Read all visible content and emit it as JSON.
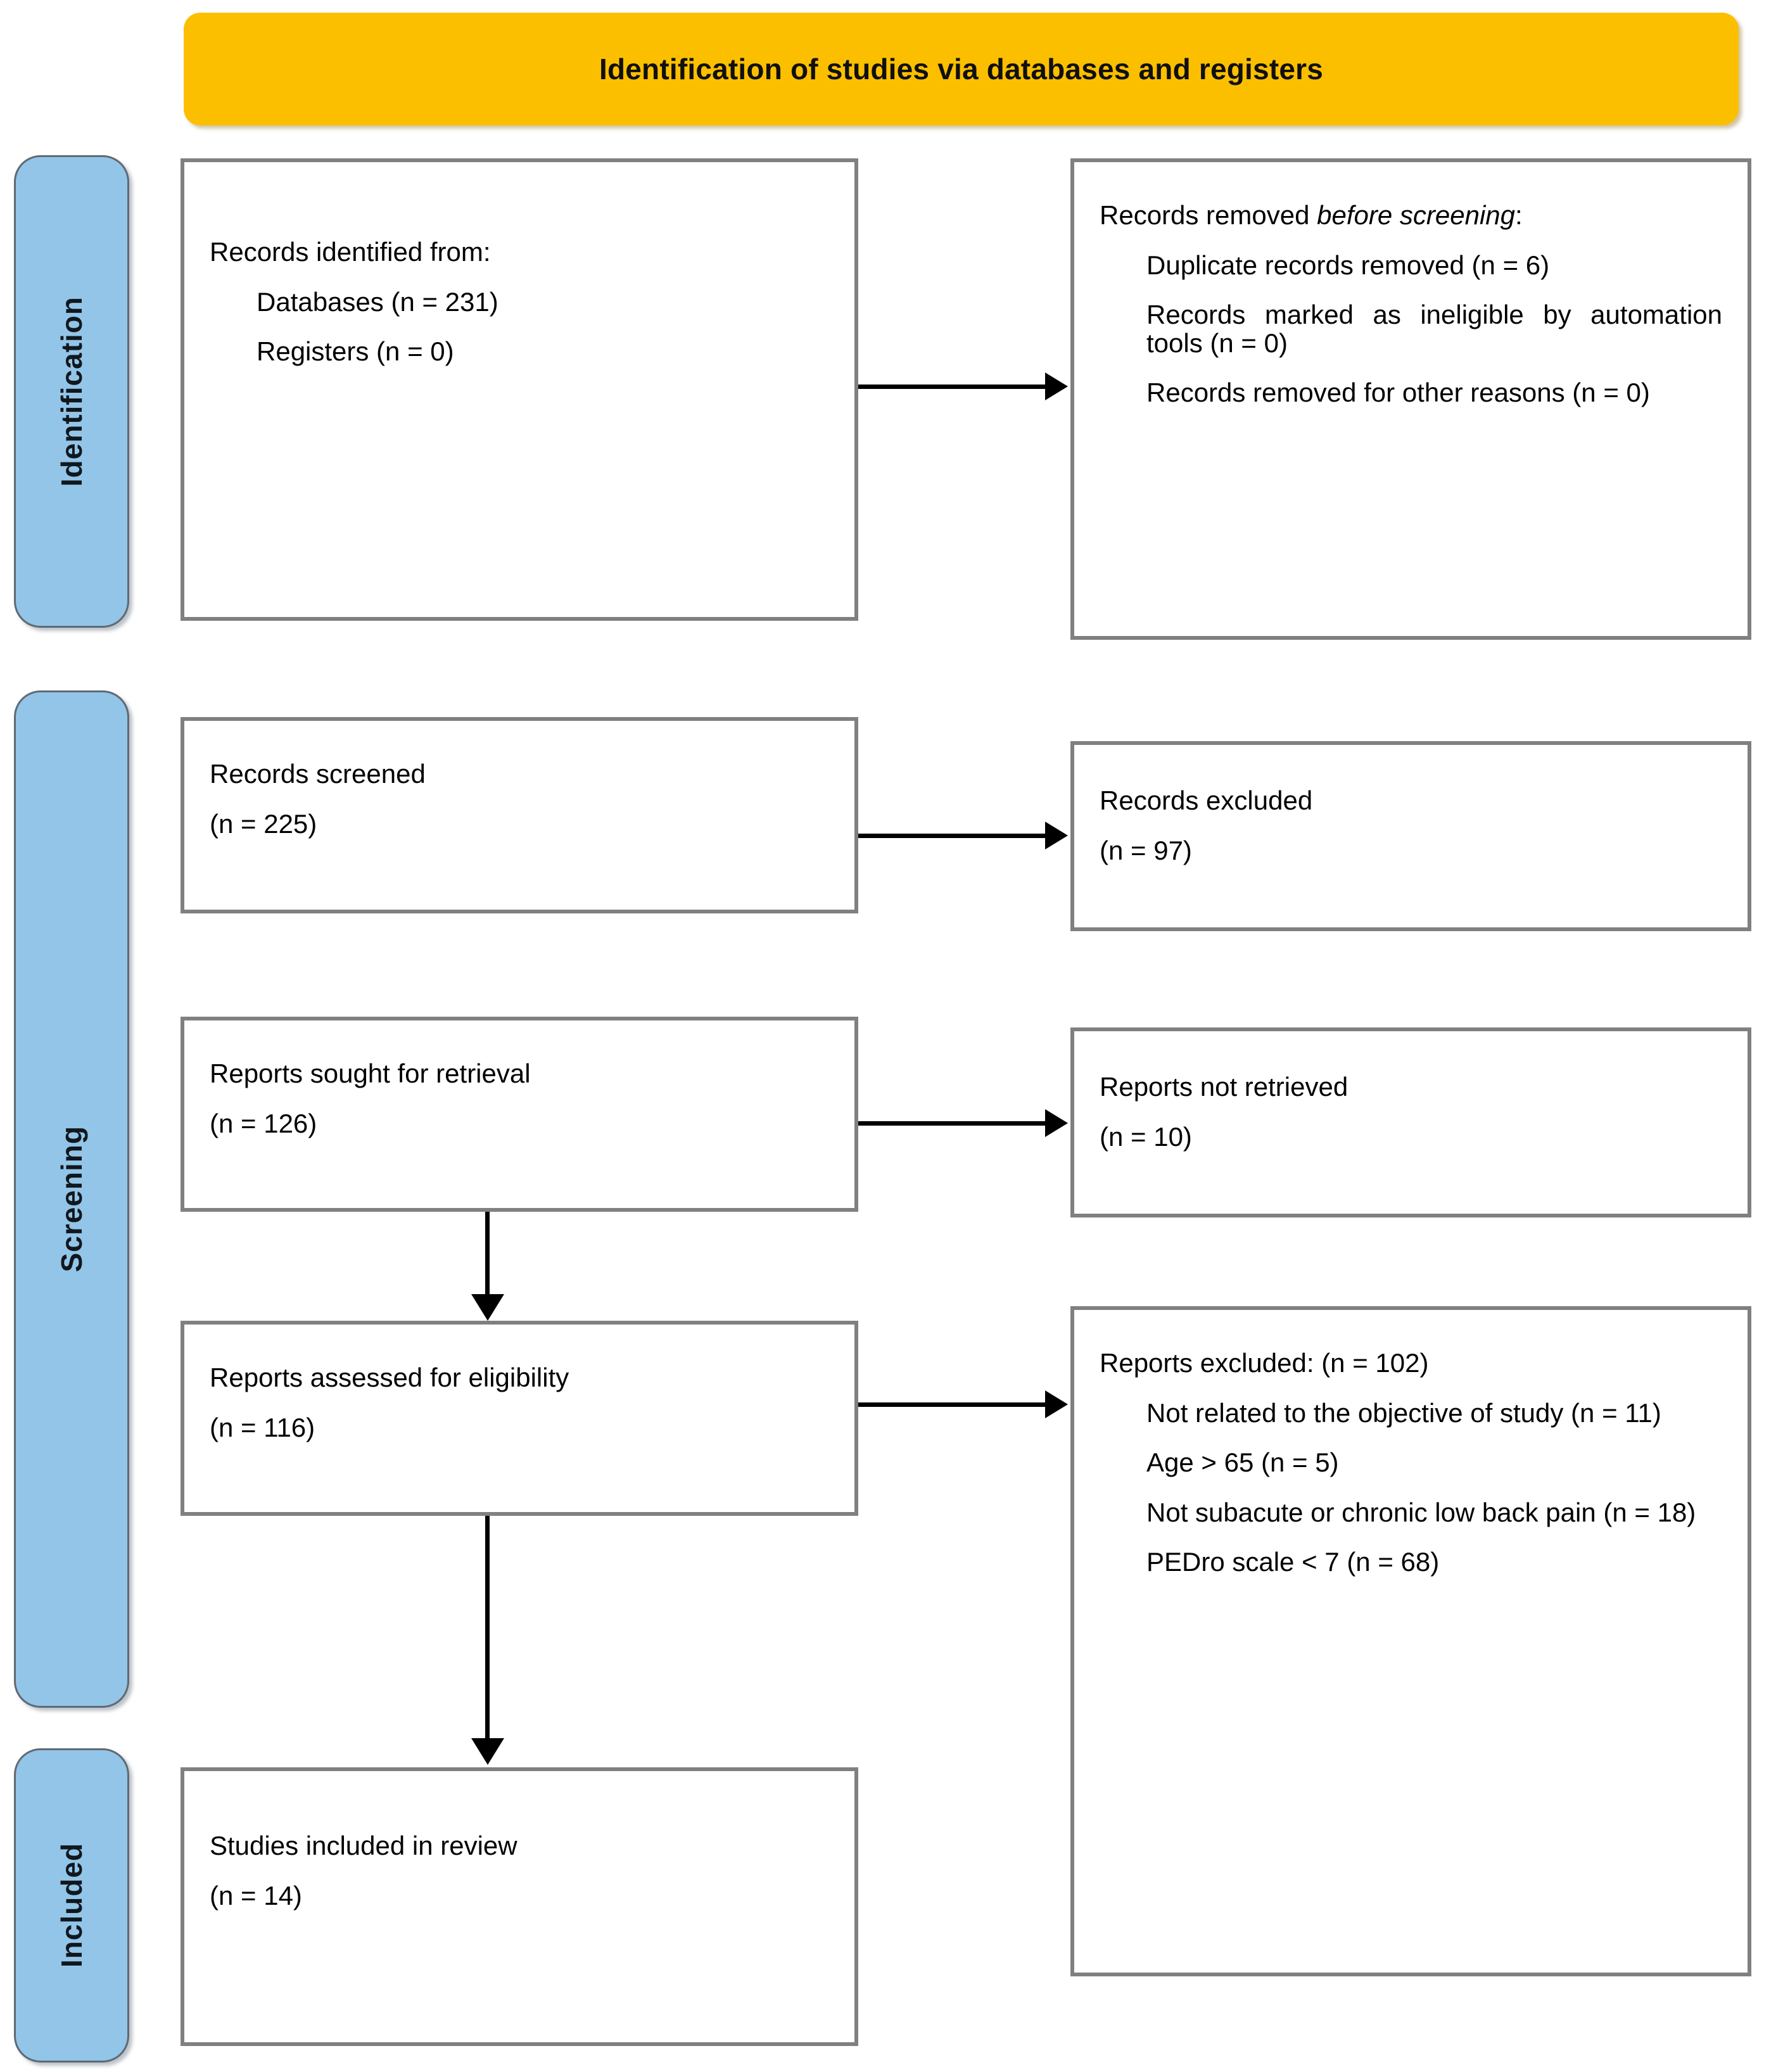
{
  "banner": {
    "title": "Identification of studies via databases and registers",
    "color": "#FCBF00"
  },
  "rails": {
    "color": "#92C5E8",
    "identification": "Identification",
    "screening": "Screening",
    "included": "Included"
  },
  "boxes": {
    "identified": {
      "line1": "Records identified from:",
      "line2": "Databases (n = 231)",
      "line3": "Registers (n = 0)"
    },
    "removed": {
      "head_plain": "Records removed ",
      "head_italic": "before screening",
      "head_colon": ":",
      "line1": "Duplicate records removed (n = 6)",
      "line2": "Records marked as ineligible by automation tools (n = 0)",
      "line3": "Records removed for other reasons (n = 0)"
    },
    "screened": {
      "line1": "Records screened",
      "line2": "(n = 225)"
    },
    "excluded": {
      "line1": "Records excluded",
      "line2": "(n = 97)"
    },
    "sought": {
      "line1": "Reports sought for retrieval",
      "line2": "(n = 126)"
    },
    "notretrieved": {
      "line1": "Reports not retrieved",
      "line2": "(n = 10)"
    },
    "assessed": {
      "line1": "Reports assessed for eligibility",
      "line2": "(n = 116)"
    },
    "reports_excluded": {
      "line1": "Reports excluded: (n = 102)",
      "reason1": "Not related to the objective of study (n = 11)",
      "reason2": "Age > 65 (n = 5)",
      "reason3": "Not subacute or chronic low back pain (n = 18)",
      "reason4": "PEDro scale < 7 (n = 68)"
    },
    "included": {
      "line1": "Studies included in review",
      "line2": "(n = 14)"
    }
  },
  "chart_data": {
    "type": "diagram",
    "title": "Identification of studies via databases and registers",
    "phases": [
      "Identification",
      "Screening",
      "Included"
    ],
    "nodes": [
      {
        "id": "identified",
        "phase": "Identification",
        "label": "Records identified from",
        "databases": 231,
        "registers": 0
      },
      {
        "id": "removed",
        "phase": "Identification",
        "label": "Records removed before screening",
        "duplicates": 6,
        "ineligible_automation": 0,
        "other_reasons": 0
      },
      {
        "id": "screened",
        "phase": "Screening",
        "label": "Records screened",
        "n": 225
      },
      {
        "id": "records_excluded",
        "phase": "Screening",
        "label": "Records excluded",
        "n": 97
      },
      {
        "id": "sought",
        "phase": "Screening",
        "label": "Reports sought for retrieval",
        "n": 126
      },
      {
        "id": "not_retrieved",
        "phase": "Screening",
        "label": "Reports not retrieved",
        "n": 10
      },
      {
        "id": "assessed",
        "phase": "Screening",
        "label": "Reports assessed for eligibility",
        "n": 116
      },
      {
        "id": "reports_excluded",
        "phase": "Screening",
        "label": "Reports excluded",
        "n": 102,
        "reasons": [
          {
            "reason": "Not related to the objective of study",
            "n": 11
          },
          {
            "reason": "Age > 65",
            "n": 5
          },
          {
            "reason": "Not subacute or chronic low back pain",
            "n": 18
          },
          {
            "reason": "PEDro scale < 7",
            "n": 68
          }
        ]
      },
      {
        "id": "included",
        "phase": "Included",
        "label": "Studies included in review",
        "n": 14
      }
    ],
    "edges": [
      {
        "from": "identified",
        "to": "removed",
        "direction": "right"
      },
      {
        "from": "screened",
        "to": "records_excluded",
        "direction": "right"
      },
      {
        "from": "sought",
        "to": "not_retrieved",
        "direction": "right"
      },
      {
        "from": "assessed",
        "to": "reports_excluded",
        "direction": "right"
      },
      {
        "from": "sought",
        "to": "assessed",
        "direction": "down"
      },
      {
        "from": "assessed",
        "to": "included",
        "direction": "down"
      }
    ]
  }
}
